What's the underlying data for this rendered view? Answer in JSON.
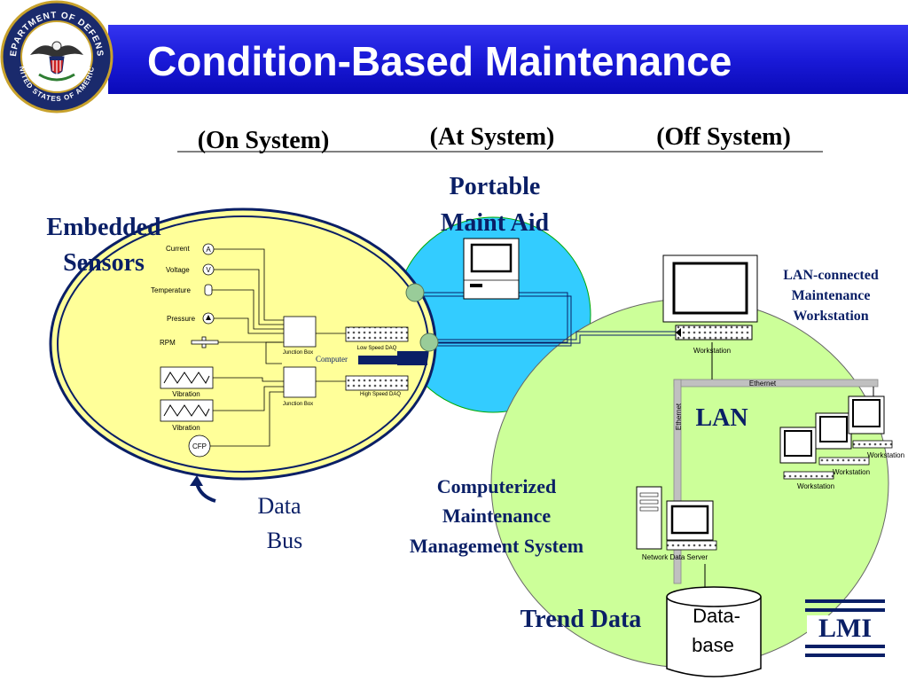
{
  "title": "Condition-Based Maintenance",
  "seal": {
    "top_text": "DEPARTMENT OF DEFENSE",
    "bottom_text": "UNITED STATES OF AMERICA"
  },
  "columns": {
    "on_system": "(On System)",
    "at_system": "(At System)",
    "off_system": "(Off System)"
  },
  "embedded_sensors": {
    "line1": "Embedded",
    "line2": "Sensors"
  },
  "portable_maint_aid": {
    "line1": "Portable",
    "line2": "Maint Aid"
  },
  "lan_workstation": {
    "line1": "LAN-connected",
    "line2": "Maintenance",
    "line3": "Workstation"
  },
  "lan_label": "LAN",
  "cmms": {
    "line1": "Computerized",
    "line2": "Maintenance",
    "line3": "Management System"
  },
  "data_bus": {
    "line1": "Data",
    "line2": "Bus"
  },
  "trend_data": "Trend Data",
  "database": {
    "line1": "Data-",
    "line2": "base"
  },
  "lmi": "LMI",
  "sensors": {
    "current": "Current",
    "current_symbol": "A",
    "voltage": "Voltage",
    "voltage_symbol": "V",
    "temperature": "Temperature",
    "pressure": "Pressure",
    "rpm": "RPM",
    "vibration1": "Vibration",
    "vibration2": "Vibration",
    "cfp": "CFP"
  },
  "hardware": {
    "junction_box_1": "Junction Box",
    "junction_box_2": "Junction Box",
    "low_speed_daq": "Low Speed DAQ",
    "high_speed_daq": "High Speed DAQ",
    "computer": "Computer",
    "workstation_main": "Workstation",
    "ethernet_h": "Ethernet",
    "ethernet_v": "Ethernet",
    "workstation_a": "Workstation",
    "workstation_b": "Workstation",
    "workstation_c": "Workstation",
    "network_data_server": "Network Data Server"
  },
  "colors": {
    "title_blue": "#1a1ad8",
    "yellow_region": "#ffff99",
    "cyan_region": "#33ccff",
    "green_region": "#ccff99",
    "navy_text": "#0a1f66",
    "connector_green": "#99cc99"
  }
}
